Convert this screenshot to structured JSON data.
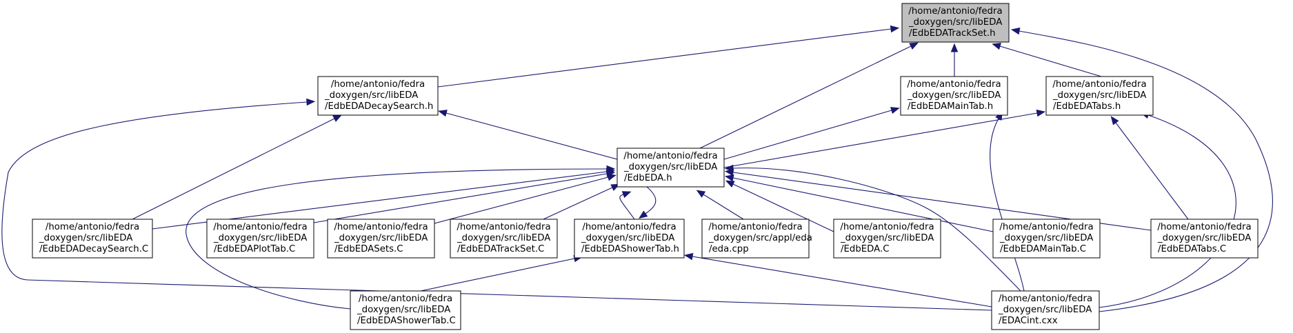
{
  "nodes": {
    "tracksetH": {
      "lines": [
        "/home/antonio/fedra",
        "_doxygen/src/libEDA",
        "/EdbEDATrackSet.h"
      ],
      "root": true
    },
    "decayH": {
      "lines": [
        "/home/antonio/fedra",
        "_doxygen/src/libEDA",
        "/EdbEDADecaySearch.h"
      ]
    },
    "maintabH": {
      "lines": [
        "/home/antonio/fedra",
        "_doxygen/src/libEDA",
        "/EdbEDAMainTab.h"
      ]
    },
    "tabsH": {
      "lines": [
        "/home/antonio/fedra",
        "_doxygen/src/libEDA",
        "/EdbEDATabs.h"
      ]
    },
    "edaH": {
      "lines": [
        "/home/antonio/fedra",
        "_doxygen/src/libEDA",
        "/EdbEDA.h"
      ]
    },
    "decayC": {
      "lines": [
        "/home/antonio/fedra",
        "_doxygen/src/libEDA",
        "/EdbEDADecaySearch.C"
      ]
    },
    "plottabC": {
      "lines": [
        "/home/antonio/fedra",
        "_doxygen/src/libEDA",
        "/EdbEDAPlotTab.C"
      ]
    },
    "setsC": {
      "lines": [
        "/home/antonio/fedra",
        "_doxygen/src/libEDA",
        "/EdbEDASets.C"
      ]
    },
    "tracksetC": {
      "lines": [
        "/home/antonio/fedra",
        "_doxygen/src/libEDA",
        "/EdbEDATrackSet.C"
      ]
    },
    "showertabH": {
      "lines": [
        "/home/antonio/fedra",
        "_doxygen/src/libEDA",
        "/EdbEDAShowerTab.h"
      ]
    },
    "edacpp": {
      "lines": [
        "/home/antonio/fedra",
        "_doxygen/src/appl/eda",
        "/eda.cpp"
      ]
    },
    "edaC": {
      "lines": [
        "/home/antonio/fedra",
        "_doxygen/src/libEDA",
        "/EdbEDA.C"
      ]
    },
    "maintabC": {
      "lines": [
        "/home/antonio/fedra",
        "_doxygen/src/libEDA",
        "/EdbEDAMainTab.C"
      ]
    },
    "tabsC": {
      "lines": [
        "/home/antonio/fedra",
        "_doxygen/src/libEDA",
        "/EdbEDATabs.C"
      ]
    },
    "showertabC": {
      "lines": [
        "/home/antonio/fedra",
        "_doxygen/src/libEDA",
        "/EdbEDAShowerTab.C"
      ]
    },
    "cintcxx": {
      "lines": [
        "/home/antonio/fedra",
        "_doxygen/src/libEDA",
        "/EDACint.cxx"
      ]
    }
  },
  "edges": [
    {
      "from": "decayH",
      "to": "tracksetH"
    },
    {
      "from": "edaH",
      "to": "tracksetH"
    },
    {
      "from": "maintabH",
      "to": "tracksetH"
    },
    {
      "from": "tabsH",
      "to": "tracksetH"
    },
    {
      "from": "cintcxx",
      "to": "tracksetH"
    },
    {
      "from": "edaH",
      "to": "decayH"
    },
    {
      "from": "decayC",
      "to": "decayH"
    },
    {
      "from": "cintcxx",
      "to": "decayH"
    },
    {
      "from": "edaH",
      "to": "maintabH"
    },
    {
      "from": "cintcxx",
      "to": "maintabH"
    },
    {
      "from": "edaH",
      "to": "tabsH"
    },
    {
      "from": "tabsC",
      "to": "tabsH"
    },
    {
      "from": "cintcxx",
      "to": "tabsH"
    },
    {
      "from": "decayC",
      "to": "edaH"
    },
    {
      "from": "plottabC",
      "to": "edaH"
    },
    {
      "from": "setsC",
      "to": "edaH"
    },
    {
      "from": "tracksetC",
      "to": "edaH"
    },
    {
      "from": "showertabH",
      "to": "edaH"
    },
    {
      "from": "edaH",
      "to": "showertabH"
    },
    {
      "from": "edacpp",
      "to": "edaH"
    },
    {
      "from": "edaC",
      "to": "edaH"
    },
    {
      "from": "maintabC",
      "to": "edaH"
    },
    {
      "from": "tabsC",
      "to": "edaH"
    },
    {
      "from": "showertabC",
      "to": "edaH"
    },
    {
      "from": "cintcxx",
      "to": "edaH"
    },
    {
      "from": "showertabC",
      "to": "showertabH"
    },
    {
      "from": "cintcxx",
      "to": "showertabH"
    }
  ],
  "colors": {
    "edge": "#191970",
    "root_fill": "#bfbfbf",
    "node_fill": "#ffffff",
    "node_border": "#000000"
  }
}
